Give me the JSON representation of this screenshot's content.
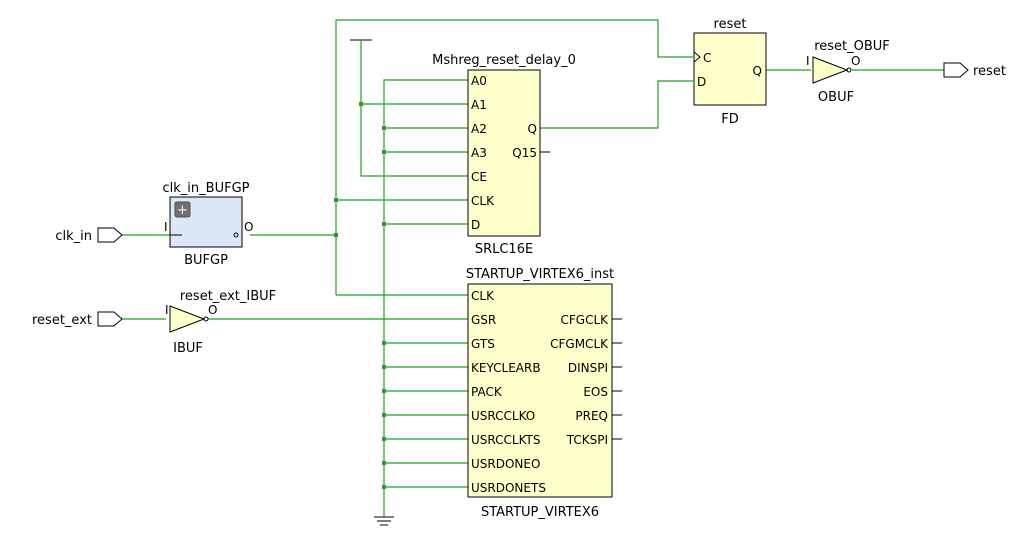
{
  "ports": {
    "clk_in": "clk_in",
    "reset_ext": "reset_ext",
    "reset_out": "reset"
  },
  "bufgp": {
    "name": "clk_in_BUFGP",
    "type": "BUFGP",
    "pin_in": "I",
    "pin_out": "O",
    "expand": "+"
  },
  "ibuf": {
    "name": "reset_ext_IBUF",
    "type": "IBUF",
    "pin_in": "I",
    "pin_out": "O"
  },
  "obuf": {
    "name": "reset_OBUF",
    "type": "OBUF",
    "pin_in": "I",
    "pin_out": "O"
  },
  "srl": {
    "name": "Mshreg_reset_delay_0",
    "type": "SRLC16E",
    "inputs": [
      "A0",
      "A1",
      "A2",
      "A3",
      "CE",
      "CLK",
      "D"
    ],
    "outputs": [
      "Q",
      "Q15"
    ]
  },
  "fd": {
    "name": "reset",
    "type": "FD",
    "pin_c": "C",
    "pin_d": "D",
    "pin_q": "Q"
  },
  "startup": {
    "name": "STARTUP_VIRTEX6_inst",
    "type": "STARTUP_VIRTEX6",
    "inputs": [
      "CLK",
      "GSR",
      "GTS",
      "KEYCLEARB",
      "PACK",
      "USRCCLKO",
      "USRCCLKTS",
      "USRDONEO",
      "USRDONETS"
    ],
    "outputs": [
      "CFGCLK",
      "CFGMCLK",
      "DINSPI",
      "EOS",
      "PREQ",
      "TCKSPI"
    ]
  }
}
